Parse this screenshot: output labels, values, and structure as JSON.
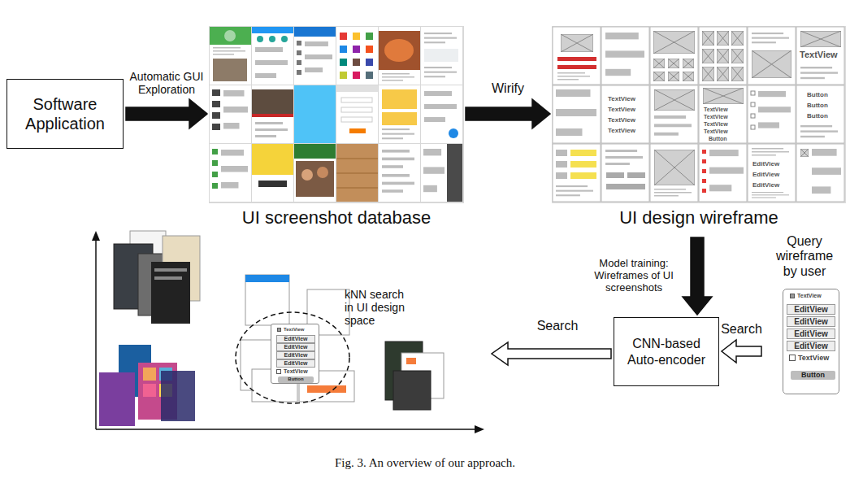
{
  "diagram": {
    "caption": "Fig. 3. An overview of our approach.",
    "nodes": [
      {
        "text": [
          "Software Application"
        ]
      },
      {
        "text": [
          "UI screenshot database"
        ]
      },
      {
        "text": [
          "UI design wireframe"
        ]
      },
      {
        "text": [
          "CNN-based Auto-encoder"
        ]
      },
      {
        "text": [
          "Query wireframe by user",
          "TextView",
          "EditView",
          "EditView",
          "EditView",
          "EditView",
          "TextView",
          "Button"
        ]
      },
      {
        "text": [
          "kNN search in UI design space"
        ]
      },
      {
        "text": [
          "TextView",
          "EditView",
          "EditView",
          "EditView",
          "EditView",
          "TextView",
          "Button"
        ],
        "in": 5
      }
    ],
    "edges": [
      {
        "from": 0,
        "to": 1,
        "arrow": "to",
        "label": "Automatic GUI Exploration"
      },
      {
        "from": 1,
        "to": 2,
        "arrow": "to",
        "label": "Wirify"
      },
      {
        "from": 2,
        "to": 3,
        "arrow": "to",
        "label": "Model training: Wireframes of UI screenshots"
      },
      {
        "from": 4,
        "to": 3,
        "arrow": "to",
        "label": "Search"
      }
    ],
    "labels": [
      "Search",
      "TextView",
      "TextView",
      "TextView",
      "TextView",
      "TextView",
      "TextView",
      "TextView",
      "TextView",
      "TextView",
      "Button",
      "Button",
      "Button",
      "EditView",
      "EditView",
      "EditView",
      "Button"
    ]
  }
}
